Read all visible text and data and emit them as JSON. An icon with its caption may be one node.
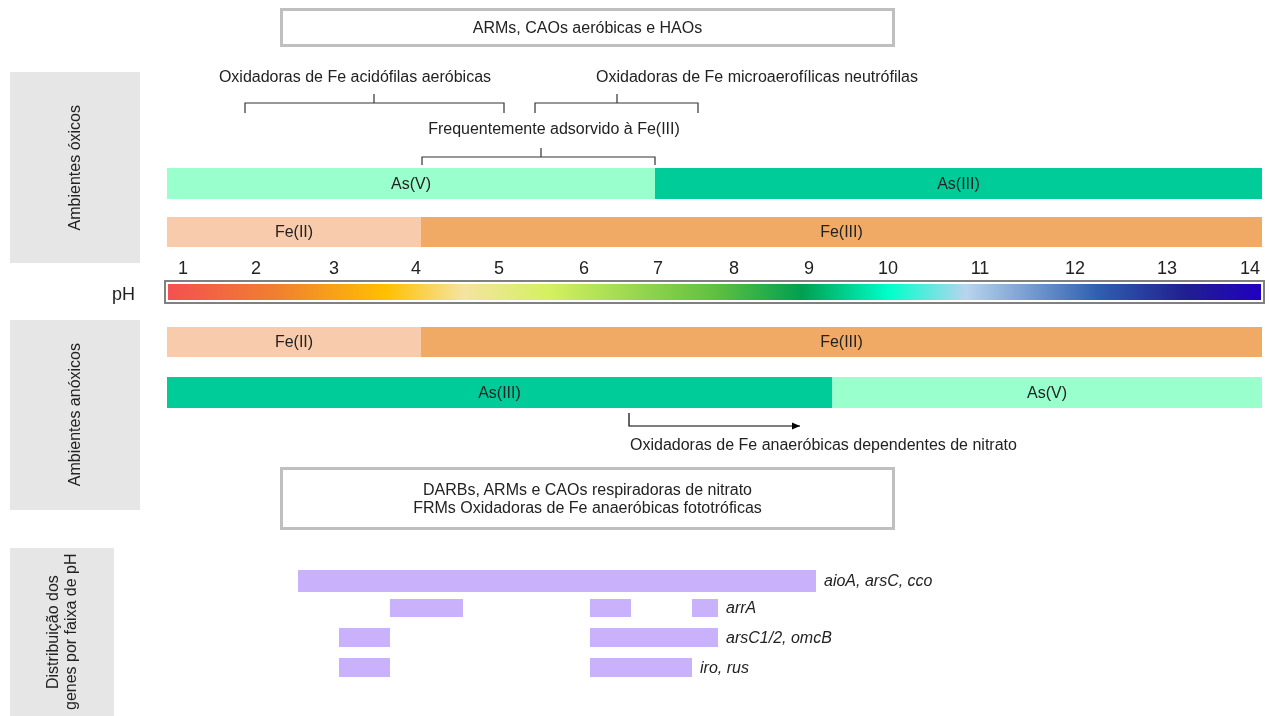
{
  "diagram": {
    "nodes": [
      {
        "text": [
          "ARMs, CAOs aeróbicas e HAOs"
        ]
      },
      {
        "text": [
          "Ambientes óxicos"
        ]
      },
      {
        "text": [
          "As(V)"
        ]
      },
      {
        "text": [
          "As(III)"
        ]
      },
      {
        "text": [
          "Fe(II)"
        ]
      },
      {
        "text": [
          "Fe(III)"
        ]
      },
      {
        "text": [
          "Ambientes anóxicos"
        ]
      },
      {
        "text": [
          "Fe(II)"
        ]
      },
      {
        "text": [
          "Fe(III)"
        ]
      },
      {
        "text": [
          "As(III)"
        ]
      },
      {
        "text": [
          "As(V)"
        ]
      },
      {
        "text": [
          "DARBs, ARMs e CAOs respiradoras de nitrato",
          "FRMs Oxidadoras de Fe anaeróbicas fototróficas"
        ]
      },
      {
        "text": [
          "Distribuição dos genes por faixa de pH"
        ]
      },
      {
        "text": [],
        "shape": "bar",
        "beside": [
          "aioA, arsC, cco"
        ]
      },
      {
        "text": [],
        "shape": "bar"
      },
      {
        "text": [],
        "shape": "bar"
      },
      {
        "text": [],
        "shape": "bar",
        "beside": [
          "arrA"
        ]
      },
      {
        "text": [],
        "shape": "bar"
      },
      {
        "text": [],
        "shape": "bar",
        "beside": [
          "arsC1/2, omcB"
        ]
      },
      {
        "text": [],
        "shape": "bar"
      },
      {
        "text": [],
        "shape": "bar",
        "beside": [
          "iro, rus"
        ]
      }
    ],
    "edges": [],
    "labels": [
      "Oxidadoras de Fe acidófilas aeróbicas",
      "Oxidadoras de Fe microaerofílicas neutrófilas",
      "Frequentemente adsorvido à Fe(III)",
      "1",
      "2",
      "3",
      "4",
      "5",
      "6",
      "7",
      "8",
      "9",
      "10",
      "11",
      "12",
      "13",
      "14",
      "pH",
      "Oxidadoras de Fe anaeróbicas dependentes de nitrato"
    ]
  }
}
